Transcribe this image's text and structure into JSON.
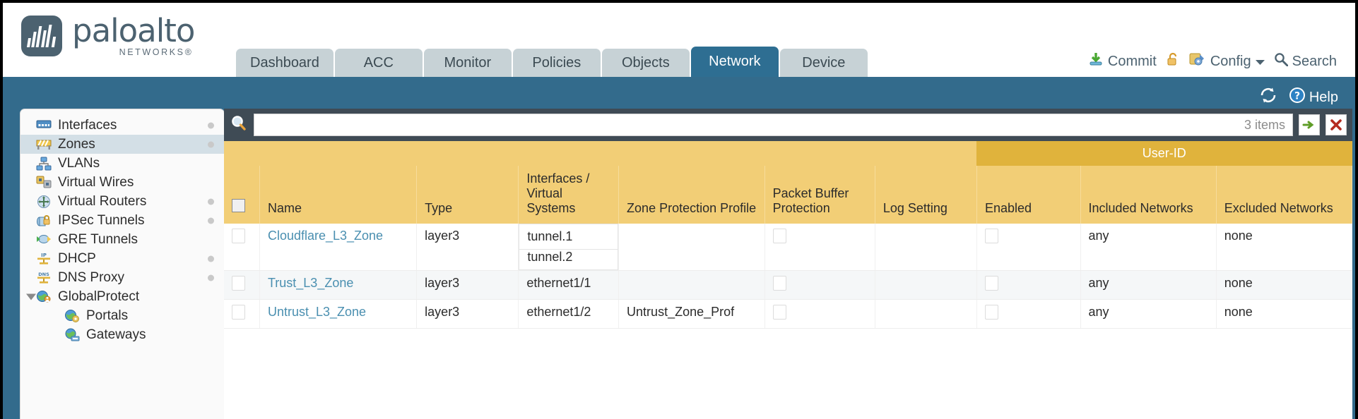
{
  "brand": {
    "name": "paloalto",
    "sub": "NETWORKS®"
  },
  "nav_tabs": [
    {
      "label": "Dashboard",
      "active": false
    },
    {
      "label": "ACC",
      "active": false
    },
    {
      "label": "Monitor",
      "active": false
    },
    {
      "label": "Policies",
      "active": false
    },
    {
      "label": "Objects",
      "active": false
    },
    {
      "label": "Network",
      "active": true
    },
    {
      "label": "Device",
      "active": false
    }
  ],
  "top_actions": {
    "commit": "Commit",
    "config": "Config",
    "search": "Search"
  },
  "subbar": {
    "help": "Help"
  },
  "sidebar": {
    "items": [
      {
        "label": "Interfaces",
        "icon": "interfaces-icon",
        "selected": false,
        "dot": true,
        "child": false,
        "expander": false
      },
      {
        "label": "Zones",
        "icon": "zones-icon",
        "selected": true,
        "dot": true,
        "child": false,
        "expander": false
      },
      {
        "label": "VLANs",
        "icon": "vlans-icon",
        "selected": false,
        "dot": false,
        "child": false,
        "expander": false
      },
      {
        "label": "Virtual Wires",
        "icon": "virtual-wires-icon",
        "selected": false,
        "dot": false,
        "child": false,
        "expander": false
      },
      {
        "label": "Virtual Routers",
        "icon": "virtual-routers-icon",
        "selected": false,
        "dot": true,
        "child": false,
        "expander": false
      },
      {
        "label": "IPSec Tunnels",
        "icon": "ipsec-tunnels-icon",
        "selected": false,
        "dot": true,
        "child": false,
        "expander": false
      },
      {
        "label": "GRE Tunnels",
        "icon": "gre-tunnels-icon",
        "selected": false,
        "dot": false,
        "child": false,
        "expander": false
      },
      {
        "label": "DHCP",
        "icon": "dhcp-icon",
        "selected": false,
        "dot": true,
        "child": false,
        "expander": false
      },
      {
        "label": "DNS Proxy",
        "icon": "dns-proxy-icon",
        "selected": false,
        "dot": true,
        "child": false,
        "expander": false
      },
      {
        "label": "GlobalProtect",
        "icon": "globalprotect-icon",
        "selected": false,
        "dot": false,
        "child": false,
        "expander": true
      },
      {
        "label": "Portals",
        "icon": "portals-icon",
        "selected": false,
        "dot": false,
        "child": true,
        "expander": false
      },
      {
        "label": "Gateways",
        "icon": "gateways-icon",
        "selected": false,
        "dot": false,
        "child": true,
        "expander": false
      }
    ]
  },
  "filter": {
    "value": "",
    "placeholder": "",
    "item_count": "3 items"
  },
  "table": {
    "group_header": "User-ID",
    "columns": [
      "Name",
      "Type",
      "Interfaces / Virtual Systems",
      "Zone Protection Profile",
      "Packet Buffer Protection",
      "Log Setting",
      "Enabled",
      "Included Networks",
      "Excluded Networks"
    ],
    "rows": [
      {
        "name": "Cloudflare_L3_Zone",
        "type": "layer3",
        "interfaces": [
          "tunnel.1",
          "tunnel.2"
        ],
        "zone_protection_profile": "",
        "packet_buffer_protection": false,
        "log_setting": "",
        "userid_enabled": false,
        "included_networks": "any",
        "excluded_networks": "none"
      },
      {
        "name": "Trust_L3_Zone",
        "type": "layer3",
        "interfaces": [
          "ethernet1/1"
        ],
        "zone_protection_profile": "",
        "packet_buffer_protection": false,
        "log_setting": "",
        "userid_enabled": false,
        "included_networks": "any",
        "excluded_networks": "none"
      },
      {
        "name": "Untrust_L3_Zone",
        "type": "layer3",
        "interfaces": [
          "ethernet1/2"
        ],
        "zone_protection_profile": "Untrust_Zone_Prof",
        "packet_buffer_protection": false,
        "log_setting": "",
        "userid_enabled": false,
        "included_networks": "any",
        "excluded_networks": "none"
      }
    ]
  },
  "colors": {
    "header_blue": "#336b8c",
    "tab_active": "#2e6e92",
    "table_header": "#f2ce76",
    "group_header": "#e0b33c",
    "link": "#4a8fb0"
  }
}
